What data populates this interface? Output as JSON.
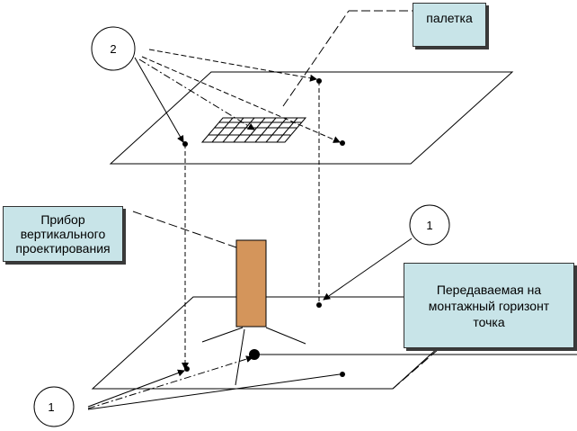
{
  "callouts": {
    "paletka": "палетка",
    "device": "Прибор\nвертикального\nпроектирования",
    "point": "Передаваемая на\nмонтажный горизонт\nточка"
  },
  "markers": {
    "top_circle": "2",
    "right_circle": "1",
    "bottom_circle": "1"
  },
  "colors": {
    "device_body": "#d4955b",
    "callout_fill": "#c8e4e8",
    "line": "#000000"
  }
}
